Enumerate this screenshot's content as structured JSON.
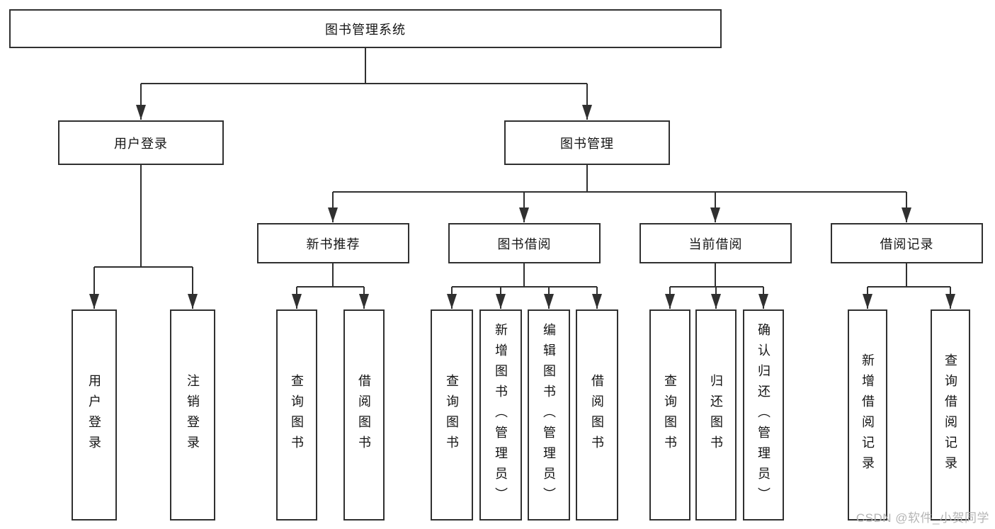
{
  "diagram_type": "hierarchy-tree",
  "colors": {
    "line": "#303030",
    "box_border": "#303030",
    "box_fill": "#ffffff",
    "text": "#141414",
    "watermark": "#b5b5b5",
    "background": "#ffffff"
  },
  "tree": {
    "label": "图书管理系统",
    "children": [
      {
        "label": "用户登录",
        "children": [
          {
            "label": "用户登录"
          },
          {
            "label": "注销登录"
          }
        ]
      },
      {
        "label": "图书管理",
        "children": [
          {
            "label": "新书推荐",
            "children": [
              {
                "label": "查询图书"
              },
              {
                "label": "借阅图书"
              }
            ]
          },
          {
            "label": "图书借阅",
            "children": [
              {
                "label": "查询图书"
              },
              {
                "label": "新增图书（管理员）"
              },
              {
                "label": "编辑图书（管理员）"
              },
              {
                "label": "借阅图书"
              }
            ]
          },
          {
            "label": "当前借阅",
            "children": [
              {
                "label": "查询图书"
              },
              {
                "label": "归还图书"
              },
              {
                "label": "确认归还（管理员）"
              }
            ]
          },
          {
            "label": "借阅记录",
            "children": [
              {
                "label": "新增借阅记录"
              },
              {
                "label": "查询借阅记录"
              }
            ]
          }
        ]
      }
    ]
  },
  "watermark": "CSDN @软件_小贺同学"
}
